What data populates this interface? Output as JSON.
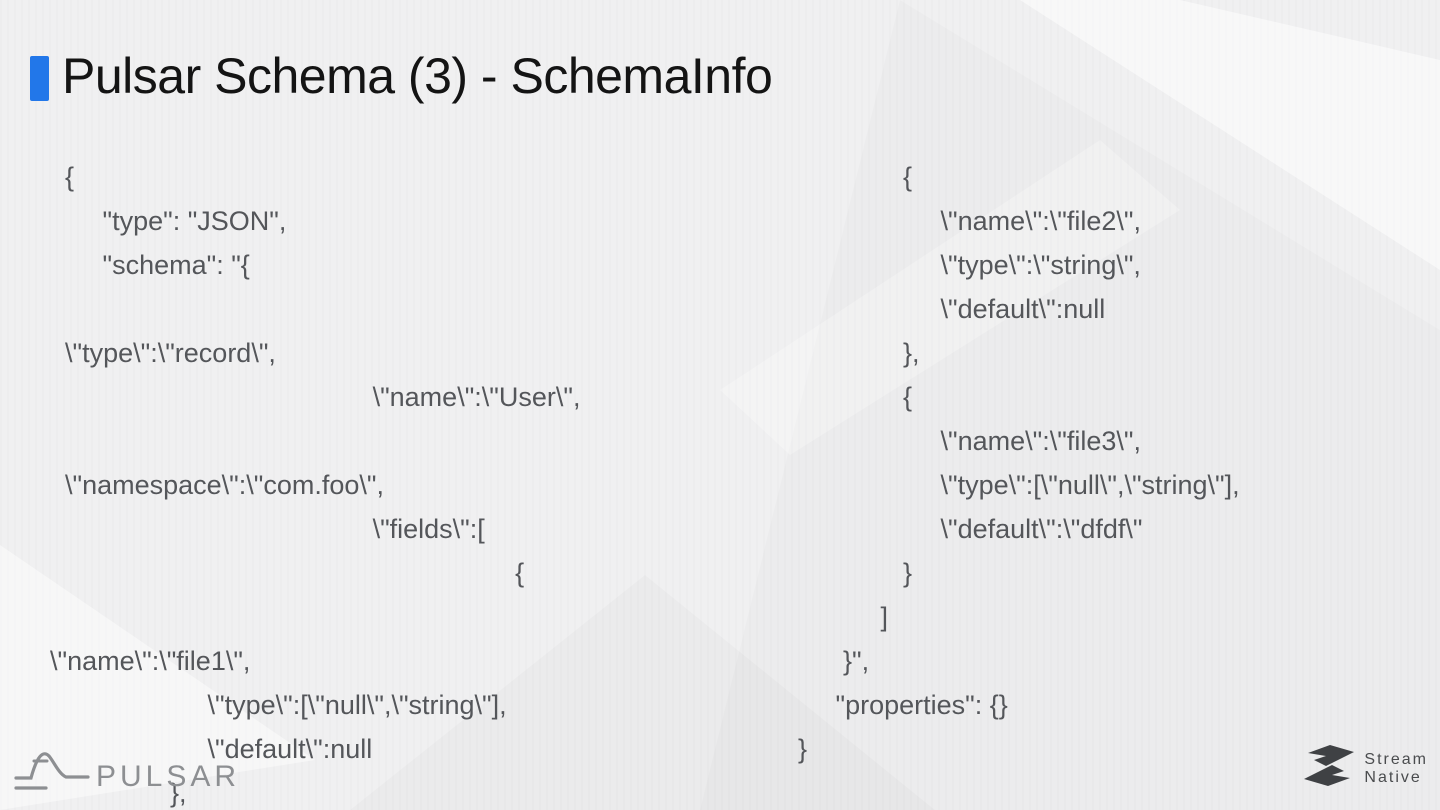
{
  "slide": {
    "title": "Pulsar Schema (3) - SchemaInfo",
    "accent_color": "#2277e9",
    "background_color": "#f0f0f1",
    "code_text_color": "#54565a"
  },
  "code": {
    "left": {
      "lines": [
        "  {",
        "       \"type\": \"JSON\",",
        "       \"schema\": \"{",
        "",
        "  \\\"type\\\":\\\"record\\\",",
        "                                           \\\"name\\\":\\\"User\\\",",
        "",
        "  \\\"namespace\\\":\\\"com.foo\\\",",
        "                                           \\\"fields\\\":[",
        "                                                              {",
        "",
        "\\\"name\\\":\\\"file1\\\",",
        "                     \\\"type\\\":[\\\"null\\\",\\\"string\\\"],",
        "                     \\\"default\\\":null",
        "                },"
      ]
    },
    "right": {
      "lines": [
        "              {",
        "                   \\\"name\\\":\\\"file2\\\",",
        "                   \\\"type\\\":\\\"string\\\",",
        "                   \\\"default\\\":null",
        "              },",
        "              {",
        "                   \\\"name\\\":\\\"file3\\\",",
        "                   \\\"type\\\":[\\\"null\\\",\\\"string\\\"],",
        "                   \\\"default\\\":\\\"dfdf\\\"",
        "              }",
        "           ]",
        "      }\",",
        "     \"properties\": {}",
        "}"
      ]
    }
  },
  "footer": {
    "pulsar_logo_text": "PULSAR",
    "streamnative_line1": "Stream",
    "streamnative_line2": "Native"
  }
}
